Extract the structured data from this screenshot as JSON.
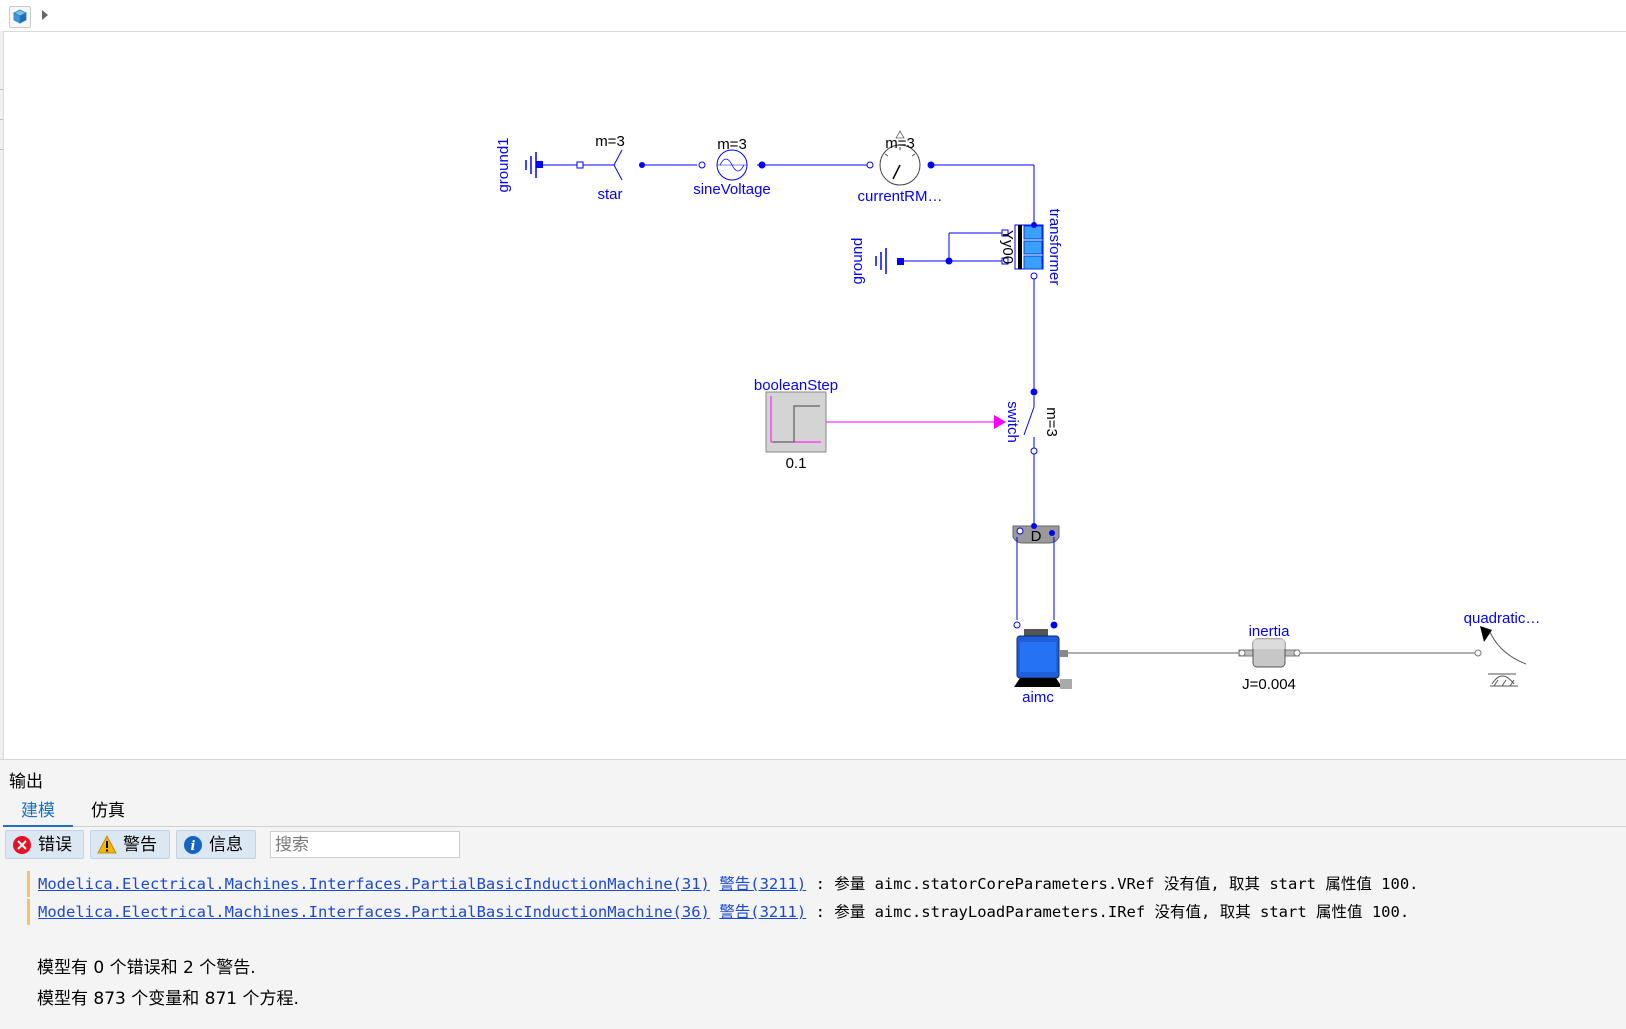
{
  "diagram": {
    "labels": {
      "ground1": "ground1",
      "star": "star",
      "star_m": "m=3",
      "sineVoltage": "sineVoltage",
      "sineVoltage_m": "m=3",
      "currentRMS": "currentRM…",
      "currentRMS_m": "m=3",
      "transformer": "transformer",
      "transformer_vector": "Yy00",
      "ground": "ground",
      "booleanStep": "booleanStep",
      "booleanStep_val": "0.1",
      "switch": "switch",
      "switch_m": "m=3",
      "delta": "D",
      "aimc": "aimc",
      "inertia": "inertia",
      "inertia_J": "J=0.004",
      "quadratic": "quadratic…"
    },
    "colors": {
      "electric": "#0000ff",
      "boolean": "#ff00ff",
      "mechanical": "#808080"
    }
  },
  "output": {
    "title": "输出",
    "tabs": [
      {
        "label": "建模",
        "active": true
      },
      {
        "label": "仿真",
        "active": false
      }
    ],
    "filters": {
      "errors": "错误",
      "warnings": "警告",
      "info": "信息"
    },
    "search_placeholder": "搜索",
    "messages": [
      {
        "source": "Modelica.Electrical.Machines.Interfaces.PartialBasicInductionMachine(31)",
        "code": "警告(3211)",
        "text": ": 参量 aimc.statorCoreParameters.VRef 没有值, 取其 start 属性值 100."
      },
      {
        "source": "Modelica.Electrical.Machines.Interfaces.PartialBasicInductionMachine(36)",
        "code": "警告(3211)",
        "text": ": 参量 aimc.strayLoadParameters.IRef 没有值, 取其 start 属性值 100."
      }
    ],
    "summary": [
      "模型有 0 个错误和 2 个警告.",
      "模型有 873 个变量和 871 个方程."
    ]
  }
}
